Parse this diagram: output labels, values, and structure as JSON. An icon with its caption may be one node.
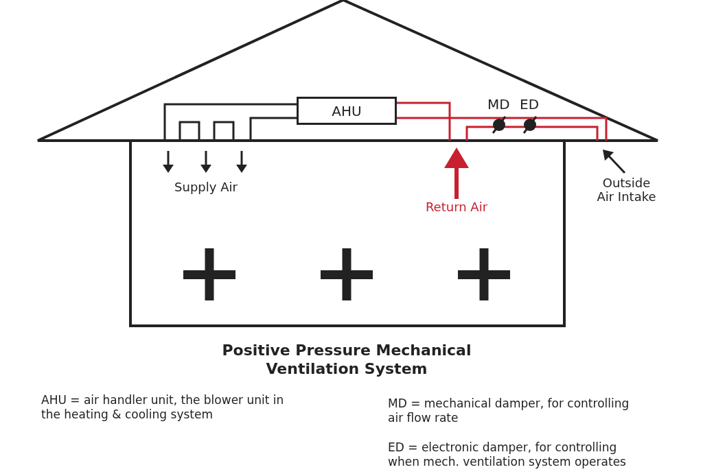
{
  "diagram": {
    "title": "Positive Pressure Mechanical Ventilation System",
    "nodes": [
      {
        "text": [
          "AHU"
        ]
      }
    ],
    "labels": [
      "MD",
      "ED",
      "Supply Air",
      "Return Air",
      "Outside Air Intake",
      "AHU = air handler unit, the blower unit in the heating & cooling system",
      "MD = mechanical damper, for controlling air flow rate",
      "ED = electronic damper, for controlling when mech. ventilation system operates"
    ]
  }
}
